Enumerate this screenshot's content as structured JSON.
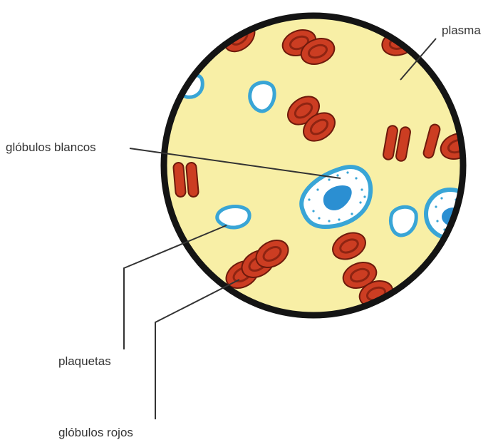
{
  "labels": {
    "plasma": "plasma",
    "white_cells": "glóbulos blancos",
    "platelets": "plaquetas",
    "red_cells": "glóbulos rojos"
  },
  "colors": {
    "plasma_fill": "#f8efa6",
    "outline": "#141414",
    "red_cell": "#cc3d22",
    "red_cell_dark": "#8e2412",
    "white_cell_ring": "#39a5d6",
    "nucleus": "#2b8fd2",
    "leader_line": "#333333",
    "label_text": "#333333"
  }
}
